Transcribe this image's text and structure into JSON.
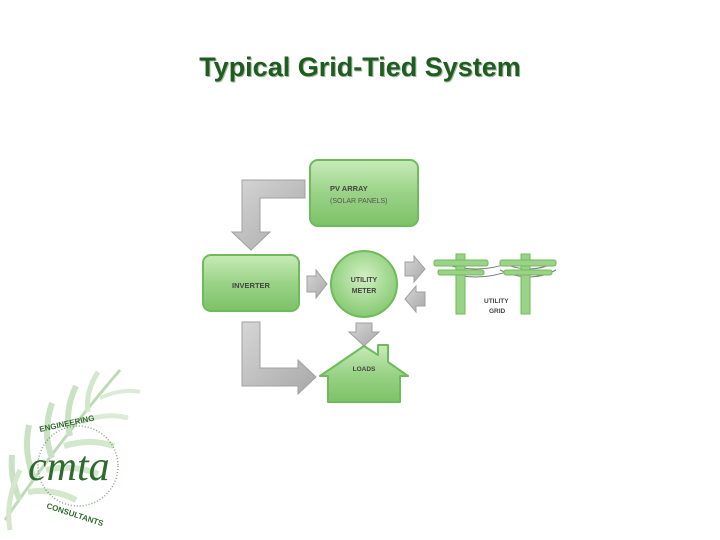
{
  "title": "Typical Grid-Tied System",
  "diagram": {
    "pv_array": {
      "line1": "PV ARRAY",
      "line2": "(SOLAR PANELS)"
    },
    "inverter": "INVERTER",
    "meter": {
      "line1": "UTILITY",
      "line2": "METER"
    },
    "loads": "LOADS",
    "grid": {
      "line1": "UTILITY",
      "line2": "GRID"
    }
  },
  "logo": {
    "text": "cmta",
    "ring_top": "ENGINEERING",
    "ring_bottom": "CONSULTANTS"
  },
  "colors": {
    "title": "#1f5c1f",
    "box_fill": "#9ad387",
    "box_border": "#6dbb5a",
    "arrow_gray": "#b8b8b8",
    "logo_green": "#2f6a2f"
  }
}
